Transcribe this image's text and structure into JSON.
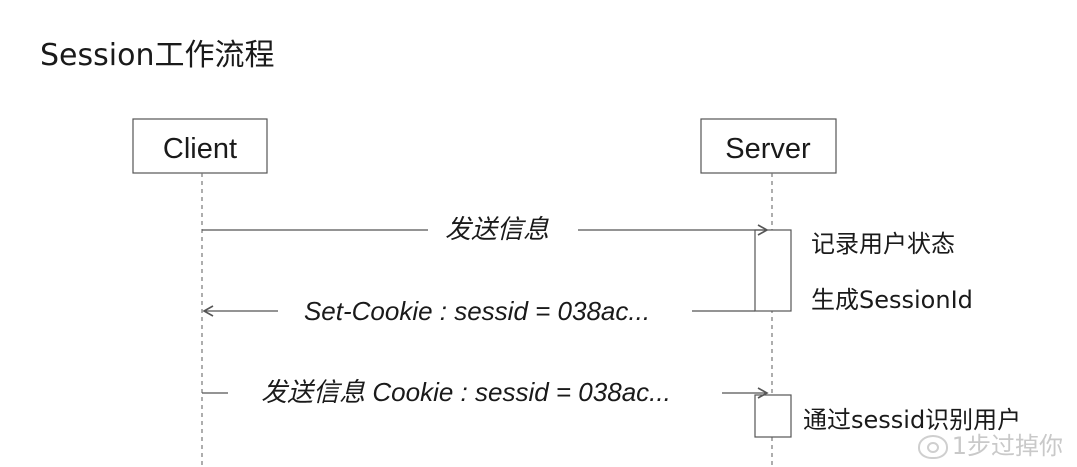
{
  "title": "Session工作流程",
  "actors": {
    "client": "Client",
    "server": "Server"
  },
  "messages": [
    {
      "label": "发送信息",
      "direction": "to-server"
    },
    {
      "label": "Set-Cookie : sessid = 038ac...",
      "direction": "to-client"
    },
    {
      "label": "发送信息 Cookie : sessid = 038ac...",
      "direction": "to-server"
    }
  ],
  "notes": {
    "record_state": "记录用户状态",
    "generate_id": "生成SessionId",
    "identify_user": "通过sessid识别用户"
  },
  "watermark": {
    "text": "1步过掉你",
    "icon": "weibo-logo-icon"
  },
  "colors": {
    "line": "#555555",
    "box_border": "#555555",
    "text": "#1a1a1a",
    "watermark": "#c9c9c9"
  }
}
